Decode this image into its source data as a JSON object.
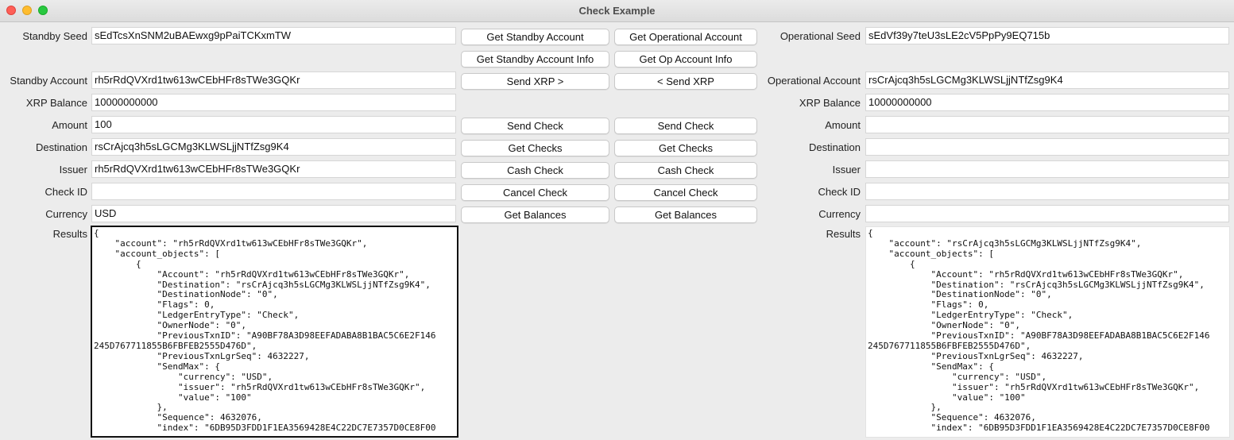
{
  "window": {
    "title": "Check Example"
  },
  "standby": {
    "seed_label": "Standby Seed",
    "seed": "sEdTcsXnSNM2uBAEwxg9pPaiTCKxmTW",
    "account_label": "Standby Account",
    "account": "rh5rRdQVXrd1tw613wCEbHFr8sTWe3GQKr",
    "balance_label": "XRP Balance",
    "balance": "10000000000",
    "amount_label": "Amount",
    "amount": "100",
    "destination_label": "Destination",
    "destination": "rsCrAjcq3h5sLGCMg3KLWSLjjNTfZsg9K4",
    "issuer_label": "Issuer",
    "issuer": "rh5rRdQVXrd1tw613wCEbHFr8sTWe3GQKr",
    "check_id_label": "Check ID",
    "check_id": "",
    "currency_label": "Currency",
    "currency": "USD",
    "results_label": "Results",
    "results": "{\n    \"account\": \"rh5rRdQVXrd1tw613wCEbHFr8sTWe3GQKr\",\n    \"account_objects\": [\n        {\n            \"Account\": \"rh5rRdQVXrd1tw613wCEbHFr8sTWe3GQKr\",\n            \"Destination\": \"rsCrAjcq3h5sLGCMg3KLWSLjjNTfZsg9K4\",\n            \"DestinationNode\": \"0\",\n            \"Flags\": 0,\n            \"LedgerEntryType\": \"Check\",\n            \"OwnerNode\": \"0\",\n            \"PreviousTxnID\": \"A90BF78A3D98EEFADABA8B1BAC5C6E2F146\n245D767711855B6FBFEB2555D476D\",\n            \"PreviousTxnLgrSeq\": 4632227,\n            \"SendMax\": {\n                \"currency\": \"USD\",\n                \"issuer\": \"rh5rRdQVXrd1tw613wCEbHFr8sTWe3GQKr\",\n                \"value\": \"100\"\n            },\n            \"Sequence\": 4632076,\n            \"index\": \"6DB95D3FDD1F1EA3569428E4C22DC7E7357D0CE8F00"
  },
  "operational": {
    "seed_label": "Operational Seed",
    "seed": "sEdVf39y7teU3sLE2cV5PpPy9EQ715b",
    "account_label": "Operational Account",
    "account": "rsCrAjcq3h5sLGCMg3KLWSLjjNTfZsg9K4",
    "balance_label": "XRP Balance",
    "balance": "10000000000",
    "amount_label": "Amount",
    "amount": "",
    "destination_label": "Destination",
    "destination": "",
    "issuer_label": "Issuer",
    "issuer": "",
    "check_id_label": "Check ID",
    "check_id": "",
    "currency_label": "Currency",
    "currency": "",
    "results_label": "Results",
    "results": "{\n    \"account\": \"rsCrAjcq3h5sLGCMg3KLWSLjjNTfZsg9K4\",\n    \"account_objects\": [\n        {\n            \"Account\": \"rh5rRdQVXrd1tw613wCEbHFr8sTWe3GQKr\",\n            \"Destination\": \"rsCrAjcq3h5sLGCMg3KLWSLjjNTfZsg9K4\",\n            \"DestinationNode\": \"0\",\n            \"Flags\": 0,\n            \"LedgerEntryType\": \"Check\",\n            \"OwnerNode\": \"0\",\n            \"PreviousTxnID\": \"A90BF78A3D98EEFADABA8B1BAC5C6E2F146\n245D767711855B6FBFEB2555D476D\",\n            \"PreviousTxnLgrSeq\": 4632227,\n            \"SendMax\": {\n                \"currency\": \"USD\",\n                \"issuer\": \"rh5rRdQVXrd1tw613wCEbHFr8sTWe3GQKr\",\n                \"value\": \"100\"\n            },\n            \"Sequence\": 4632076,\n            \"index\": \"6DB95D3FDD1F1EA3569428E4C22DC7E7357D0CE8F00"
  },
  "buttons": {
    "get_standby_account": "Get Standby Account",
    "get_operational_account": "Get Operational Account",
    "get_standby_account_info": "Get Standby Account Info",
    "get_op_account_info": "Get Op Account Info",
    "send_xrp_right": "Send XRP >",
    "send_xrp_left": "< Send XRP",
    "standby_send_check": "Send  Check",
    "op_send_check": "Send Check",
    "standby_get_checks": "Get Checks",
    "op_get_checks": "Get Checks",
    "standby_cash_check": "Cash  Check",
    "op_cash_check": "Cash Check",
    "standby_cancel_check": "Cancel  Check",
    "op_cancel_check": "Cancel Check",
    "standby_get_balances": "Get Balances",
    "op_get_balances": "Get Balances"
  }
}
